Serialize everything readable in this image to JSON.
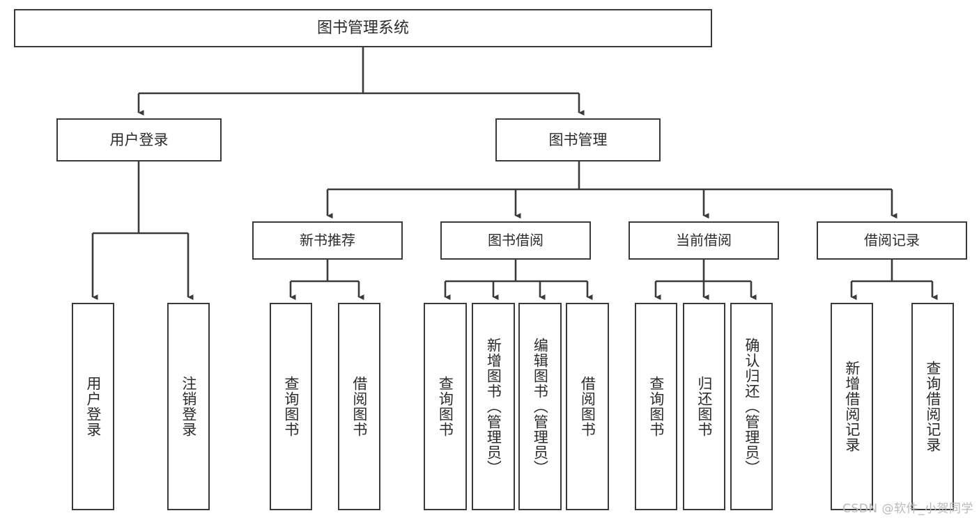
{
  "diagram": {
    "type": "tree-hierarchy",
    "title": "图书管理系统",
    "watermark": "CSDN @软件_小贺同学",
    "colors": {
      "background": "#ffffff",
      "box_border": "#3a3a3a",
      "connector": "#3a3a3a",
      "text": "#2b2b2b",
      "watermark": "#b9b9b9"
    },
    "root": {
      "label": "图书管理系统"
    },
    "level2": [
      {
        "label": "用户登录"
      },
      {
        "label": "图书管理"
      }
    ],
    "level3": [
      {
        "label": "新书推荐"
      },
      {
        "label": "图书借阅"
      },
      {
        "label": "当前借阅"
      },
      {
        "label": "借阅记录"
      }
    ],
    "leaves": {
      "user_login": [
        {
          "label": "用户登录"
        },
        {
          "label": "注销登录"
        }
      ],
      "new_book_recommend": [
        {
          "label": "查询图书"
        },
        {
          "label": "借阅图书"
        }
      ],
      "book_borrow": [
        {
          "label": "查询图书"
        },
        {
          "label": "新增图书（管理员）"
        },
        {
          "label": "编辑图书（管理员）"
        },
        {
          "label": "借阅图书"
        }
      ],
      "current_borrow": [
        {
          "label": "查询图书"
        },
        {
          "label": "归还图书"
        },
        {
          "label": "确认归还（管理员）"
        }
      ],
      "borrow_record": [
        {
          "label": "新增借阅记录"
        },
        {
          "label": "查询借阅记录"
        }
      ]
    }
  }
}
